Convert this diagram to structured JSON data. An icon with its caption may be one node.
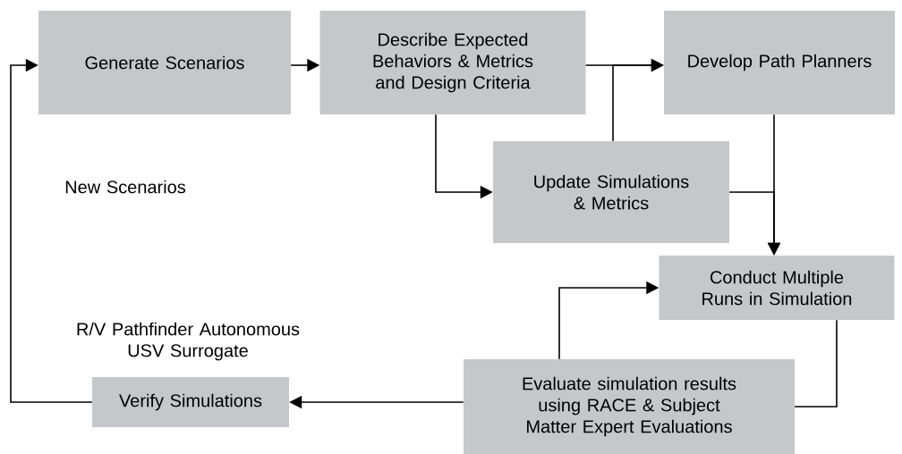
{
  "diagram": {
    "nodes": [
      {
        "text": [
          "Generate Scenarios"
        ]
      },
      {
        "text": [
          "Describe Expected Behaviors & Metrics and Design Criteria"
        ]
      },
      {
        "text": [
          "Develop Path Planners"
        ]
      },
      {
        "text": [
          "Update Simulations & Metrics"
        ]
      },
      {
        "text": [
          "Conduct Multiple Runs in Simulation"
        ]
      },
      {
        "text": [
          "Evaluate simulation results using RACE & Subject Matter Expert Evaluations"
        ]
      },
      {
        "text": [
          "Verify Simulations"
        ]
      }
    ],
    "edges": [
      {
        "from": 0,
        "to": 1,
        "arrow": "to"
      },
      {
        "from": 1,
        "to": 2,
        "arrow": "to"
      },
      {
        "from": 1,
        "to": 3,
        "arrow": "to"
      },
      {
        "from": 3,
        "to": 2,
        "arrow": "to"
      },
      {
        "from": 2,
        "to": 4,
        "arrow": "to"
      },
      {
        "from": 3,
        "to": 4,
        "arrow": "to"
      },
      {
        "from": 4,
        "to": 5,
        "arrow": "none"
      },
      {
        "from": 5,
        "to": 4,
        "arrow": "to"
      },
      {
        "from": 5,
        "to": 6,
        "arrow": "to"
      },
      {
        "from": 6,
        "to": 0,
        "arrow": "to"
      }
    ],
    "labels": [
      "New Scenarios",
      "R/V Pathfinder Autonomous USV Surrogate"
    ]
  }
}
